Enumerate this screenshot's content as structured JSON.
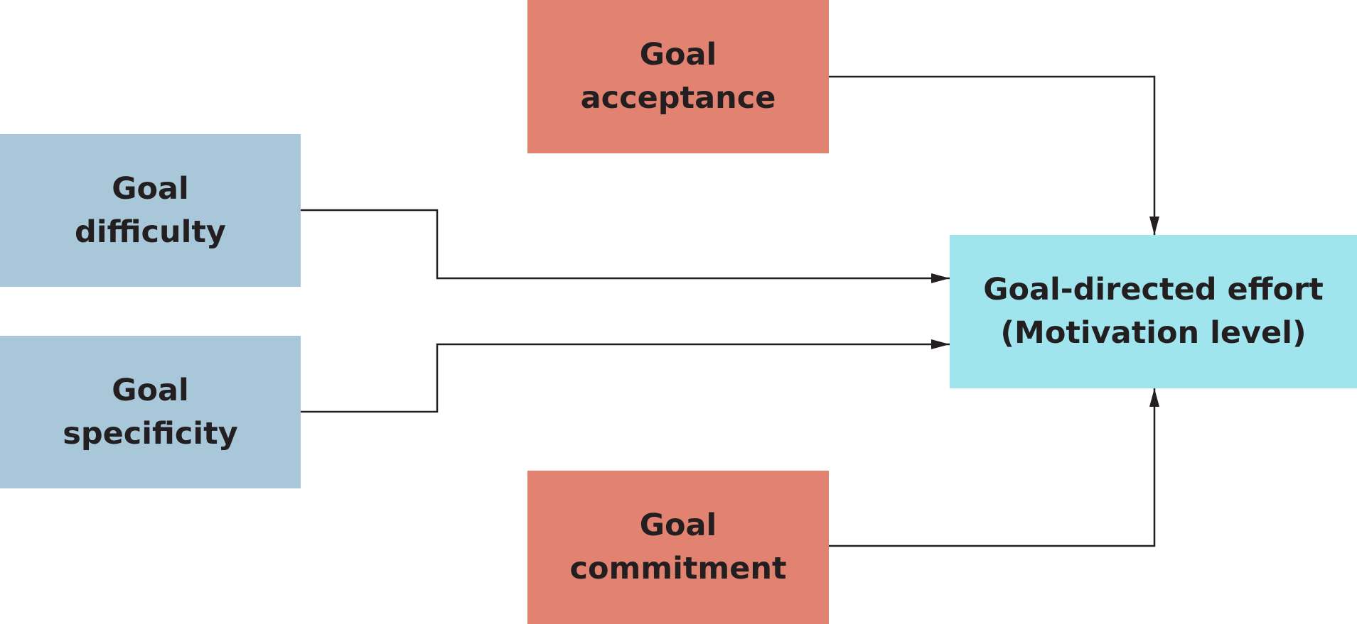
{
  "colors": {
    "moderator_box": "#e28271",
    "input_box": "#a8c8d9",
    "outcome_box": "#a0e5ee",
    "line": "#231f20",
    "text": "#231f20"
  },
  "nodes": {
    "acceptance": {
      "line1": "Goal",
      "line2": "acceptance"
    },
    "commitment": {
      "line1": "Goal",
      "line2": "commitment"
    },
    "difficulty": {
      "line1": "Goal",
      "line2": "difficulty"
    },
    "specificity": {
      "line1": "Goal",
      "line2": "specificity"
    },
    "effort": {
      "line1": "Goal-directed effort",
      "line2": "(Motivation level)"
    }
  },
  "edges": [
    {
      "from": "acceptance",
      "to": "effort"
    },
    {
      "from": "difficulty",
      "to": "effort"
    },
    {
      "from": "specificity",
      "to": "effort"
    },
    {
      "from": "commitment",
      "to": "effort"
    }
  ]
}
